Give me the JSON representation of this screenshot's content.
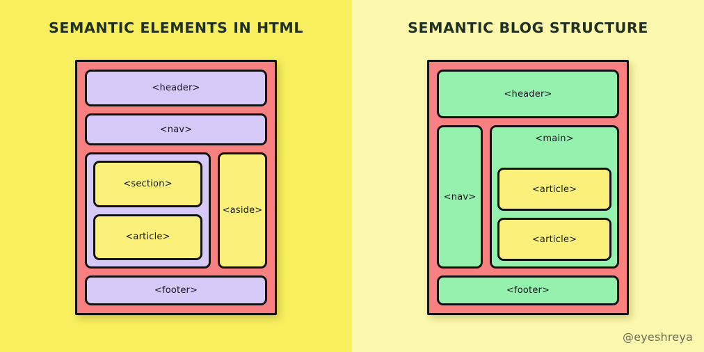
{
  "panels": [
    {
      "id": "semantic-elements",
      "title": "SEMANTIC ELEMENTS IN HTML",
      "background": "#F7EF5E",
      "frame_color": "#F98080",
      "primary_block_color": "#D6C9F8",
      "secondary_block_color": "#FAF07A",
      "blocks": {
        "header": "<header>",
        "nav": "<nav>",
        "main": "",
        "section": "<section>",
        "article": "<article>",
        "aside": "<aside>",
        "footer": "<footer>"
      }
    },
    {
      "id": "semantic-blog-structure",
      "title": "SEMANTIC BLOG STRUCTURE",
      "background": "#FCF8AD",
      "frame_color": "#F98080",
      "primary_block_color": "#95F2AE",
      "secondary_block_color": "#FAF07A",
      "blocks": {
        "header": "<header>",
        "nav": "<nav>",
        "main": "<main>",
        "article_1": "<article>",
        "article_2": "<article>",
        "footer": "<footer>"
      }
    }
  ],
  "watermark": "@eyeshreya",
  "colors": {
    "border": "#121212",
    "title_text": "#223022",
    "label_text": "#15151f",
    "watermark_text": "#6b6b5a"
  }
}
